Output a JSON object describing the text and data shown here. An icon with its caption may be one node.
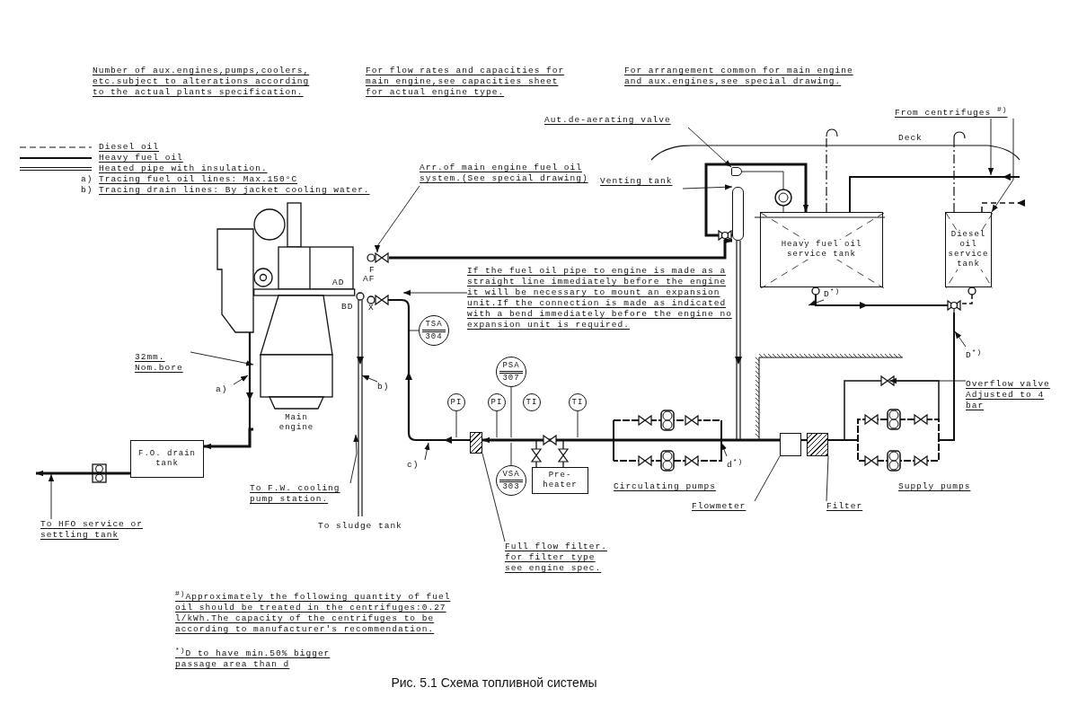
{
  "diagram": {
    "caption": "Рис. 5.1 Схема топливной системы",
    "nodes": [
      {
        "text": [
          "Main engine"
        ]
      },
      {
        "text": [
          "F.O. drain tank"
        ]
      },
      {
        "text": [
          "Arr.of main engine fuel oil system.(See special drawing)"
        ]
      },
      {
        "text": [
          "Aut.de-aerating valve"
        ]
      },
      {
        "text": [
          "Venting tank"
        ]
      },
      {
        "text": [],
        "shape": "cylinder"
      },
      {
        "text": [
          "Heavy fuel oil service tank"
        ]
      },
      {
        "text": [
          "Diesel oil service tank"
        ]
      },
      {
        "text": [
          "From centrifuges $^{#)}$"
        ]
      },
      {
        "text": [
          "If the fuel oil pipe to engine is made as a straight line immediately before the engine it will be necessary to mount an expansion unit.If the connection is made as indicated with a bend immediately before the engine no expansion unit is required."
        ]
      },
      {
        "text": [
          "TSA",
          "304"
        ]
      },
      {
        "text": [
          "PI"
        ]
      },
      {
        "text": [
          "PI"
        ]
      },
      {
        "text": [
          "PSA",
          "307"
        ]
      },
      {
        "text": [
          "TI"
        ]
      },
      {
        "text": [
          "TI"
        ]
      },
      {
        "text": [
          "VSA",
          "303"
        ]
      },
      {
        "text": [],
        "shape": "box"
      },
      {
        "text": [
          "Pre-heater"
        ]
      },
      {
        "text": [
          "Full flow filter. for filter type see engine spec."
        ]
      },
      {
        "text": [],
        "shape": "box"
      },
      {
        "text": [],
        "shape": "box"
      },
      {
        "text": [
          "Flowmeter"
        ]
      },
      {
        "text": [
          "Filter"
        ]
      },
      {
        "text": [
          "Overflow valve Adjusted to 4 bar"
        ]
      },
      {
        "text": [
          "32mm. Nom.bore"
        ]
      },
      {
        "text": [
          "To F.W. cooling pump station."
        ]
      },
      {
        "text": [
          "To HFO service or settling tank"
        ]
      },
      {
        "text": [
          "a)"
        ]
      },
      {
        "text": [
          "b)"
        ]
      },
      {
        "text": [
          "c)"
        ]
      },
      {
        "text": [
          "d$^{*)}$"
        ]
      },
      {
        "text": [
          "D$^{*)}$"
        ]
      },
      {
        "text": [
          "D$^{*)}$"
        ]
      },
      {
        "text": [],
        "shape": "valve"
      },
      {
        "text": [],
        "shape": "valve"
      }
    ],
    "edges": [
      {
        "from": 2,
        "to": 35,
        "arrow": "to"
      },
      {
        "from": 3,
        "to": 34,
        "arrow": "to"
      },
      {
        "from": 4,
        "to": 5,
        "arrow": "to"
      },
      {
        "from": 8,
        "to": null,
        "arrow": "to"
      },
      {
        "from": 8,
        "to": 7,
        "arrow": "to"
      },
      {
        "from": 9,
        "to": null,
        "arrow": "to"
      },
      {
        "from": 19,
        "to": 17,
        "arrow": "none"
      },
      {
        "from": 22,
        "to": 20,
        "arrow": "none"
      },
      {
        "from": 23,
        "to": 21,
        "arrow": "none"
      },
      {
        "from": 24,
        "to": null,
        "arrow": "to"
      },
      {
        "from": 25,
        "to": 0,
        "arrow": "to"
      },
      {
        "from": 26,
        "to": 0,
        "arrow": "to"
      },
      {
        "from": 27,
        "to": null,
        "arrow": "to"
      },
      {
        "from": 28,
        "to": null,
        "arrow": "to"
      },
      {
        "from": 29,
        "to": null,
        "arrow": "to"
      },
      {
        "from": 30,
        "to": null,
        "arrow": "to"
      },
      {
        "from": 31,
        "to": null,
        "arrow": "to"
      },
      {
        "from": 32,
        "to": null,
        "arrow": "to"
      },
      {
        "from": 33,
        "to": null,
        "arrow": "to"
      },
      {
        "from": 10,
        "to": null,
        "arrow": "none"
      },
      {
        "from": 11,
        "to": null,
        "arrow": "none"
      },
      {
        "from": 12,
        "to": null,
        "arrow": "none"
      },
      {
        "from": 13,
        "to": null,
        "arrow": "none"
      },
      {
        "from": 15,
        "to": null,
        "arrow": "none"
      },
      {
        "from": 16,
        "to": null,
        "arrow": "none"
      },
      {
        "from": 0,
        "to": 1,
        "arrow": "to",
        "style": "thick"
      },
      {
        "from": 1,
        "to": null,
        "arrow": "to",
        "style": "thick"
      },
      {
        "from": 34,
        "to": 6,
        "arrow": "none"
      },
      {
        "from": 5,
        "to": 6,
        "arrow": "to",
        "style": "thick"
      },
      {
        "from": 20,
        "to": 17,
        "arrow": "to",
        "style": "thick"
      },
      {
        "from": 18,
        "to": null,
        "arrow": "none"
      },
      {
        "from": 18,
        "to": null,
        "arrow": "none"
      },
      {
        "from": 35,
        "to": 5,
        "arrow": "to",
        "style": "thick"
      }
    ],
    "labels": [
      "Number of aux.engines,pumps,coolers, etc.subject to alterations according to the actual plants specification.",
      "For flow rates and capacities for main engine,see capacities sheet for actual engine type.",
      "For arrangement common for main engine and aux.engines,see special drawing.",
      "a)",
      "Tracing fuel oil lines: Max.150°C",
      "b)",
      "Tracing drain lines: By jacket cooling water.",
      "Deck",
      "F",
      "AD",
      "AF",
      "BD",
      "X",
      "Circulating pumps",
      "Supply pumps",
      "To sludge tank",
      "$^{#)}$Approximately the following quantity of fuel oil should be treated in the centrifuges:0.27 l/kWh.The capacity of the centrifuges to be according to manufacturer's recommendation.",
      "$^{*)}$D to have min.50% bigger passage area than d"
    ],
    "legend": [
      {
        "text": "Diesel oil"
      },
      {
        "text": "Heavy fuel oil"
      },
      {
        "text": "Heated pipe with insulation."
      }
    ]
  }
}
